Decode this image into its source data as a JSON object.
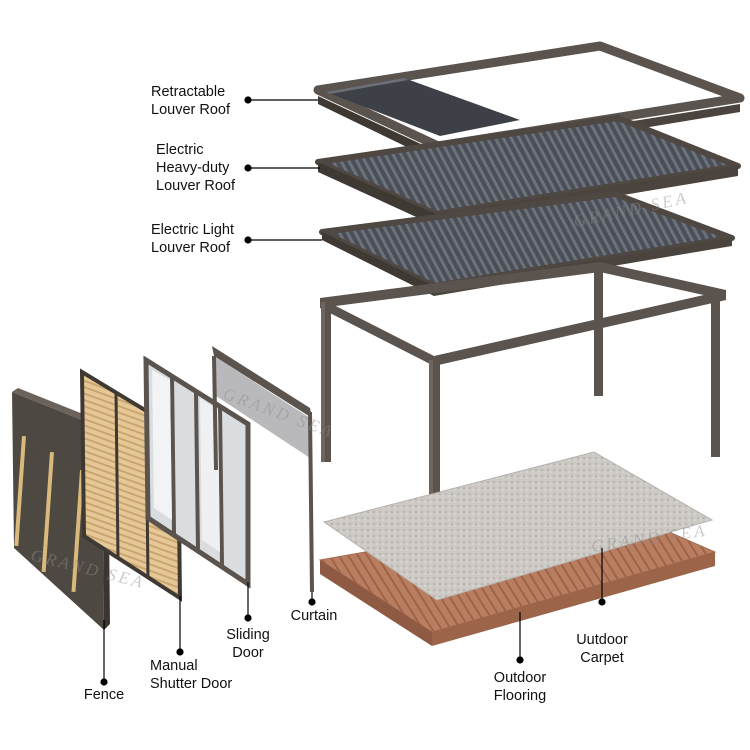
{
  "labels": {
    "retractable_roof": [
      "Retractable",
      "Louver Roof"
    ],
    "heavy_duty_roof": [
      "Electric",
      "Heavy-duty",
      "Louver Roof"
    ],
    "light_roof": [
      "Electric Light",
      "Louver Roof"
    ],
    "fence": "Fence",
    "shutter_door": [
      "Manual",
      "Shutter Door"
    ],
    "sliding_door": [
      "Sliding",
      "Door"
    ],
    "curtain": "Curtain",
    "flooring": [
      "Outdoor",
      "Flooring"
    ],
    "carpet": [
      "Uutdoor",
      "Carpet"
    ]
  },
  "watermark": "GRAND SEA",
  "colors": {
    "frame": "#5b534d",
    "frame_dark": "#3f3934",
    "louver": "#4a4e56",
    "louver_light": "#6a6e76",
    "fence_panel": "#4e4843",
    "wood_slat": "#e3c494",
    "glass": "#d9dde0",
    "carpet": "#ccc8c4",
    "flooring": "#b57a5e",
    "leader_line": "#000000"
  }
}
